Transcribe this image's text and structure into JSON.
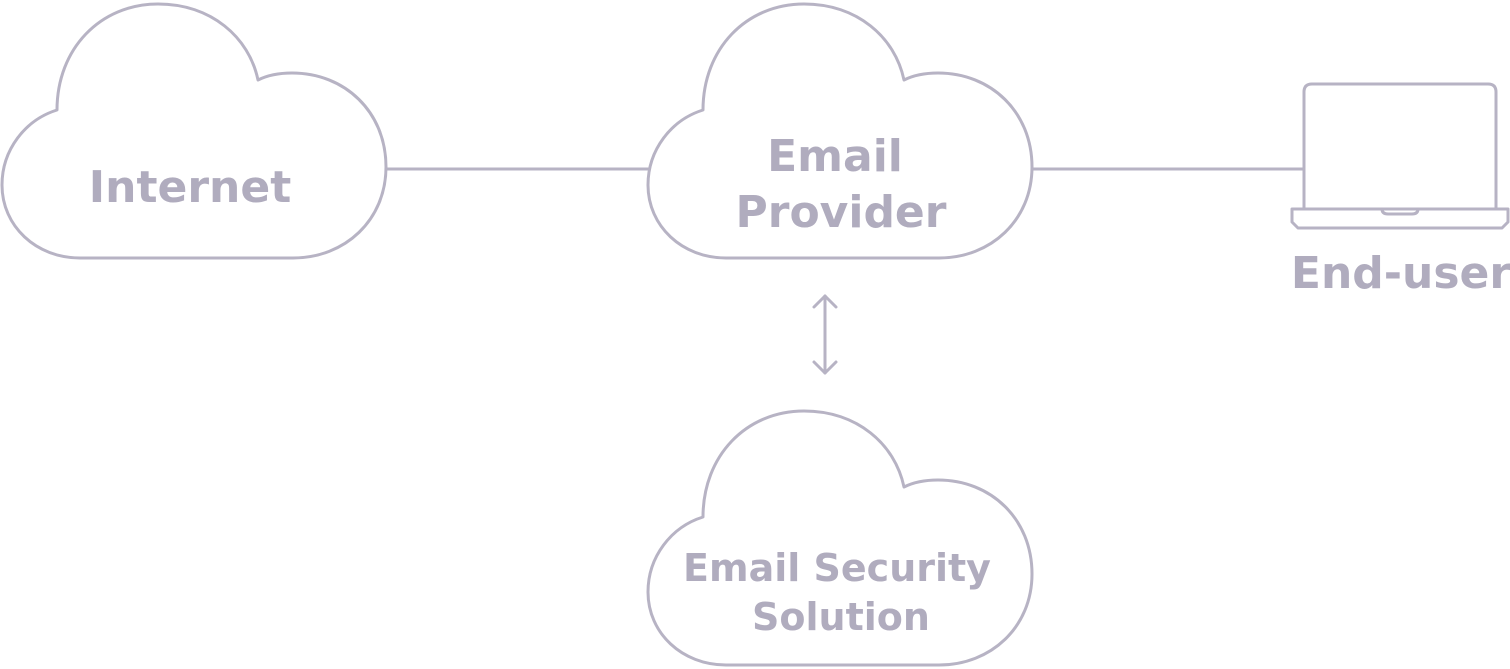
{
  "colors": {
    "stroke": "#B7B3C4",
    "text": "#B0ACBE",
    "background": "#FFFFFF"
  },
  "nodes": {
    "internet": {
      "label": "Internet",
      "icon": "cloud-icon"
    },
    "email_provider": {
      "line1": "Email",
      "line2": "Provider",
      "icon": "cloud-icon"
    },
    "end_user": {
      "label": "End-user",
      "icon": "laptop-icon"
    },
    "security": {
      "line1": "Email Security",
      "line2": "Solution",
      "icon": "cloud-icon"
    }
  },
  "edges": [
    {
      "from": "Internet",
      "to": "Email Provider",
      "style": "line"
    },
    {
      "from": "Email Provider",
      "to": "End-user",
      "style": "line"
    },
    {
      "from": "Email Provider",
      "to": "Email Security Solution",
      "style": "double-arrow"
    }
  ]
}
